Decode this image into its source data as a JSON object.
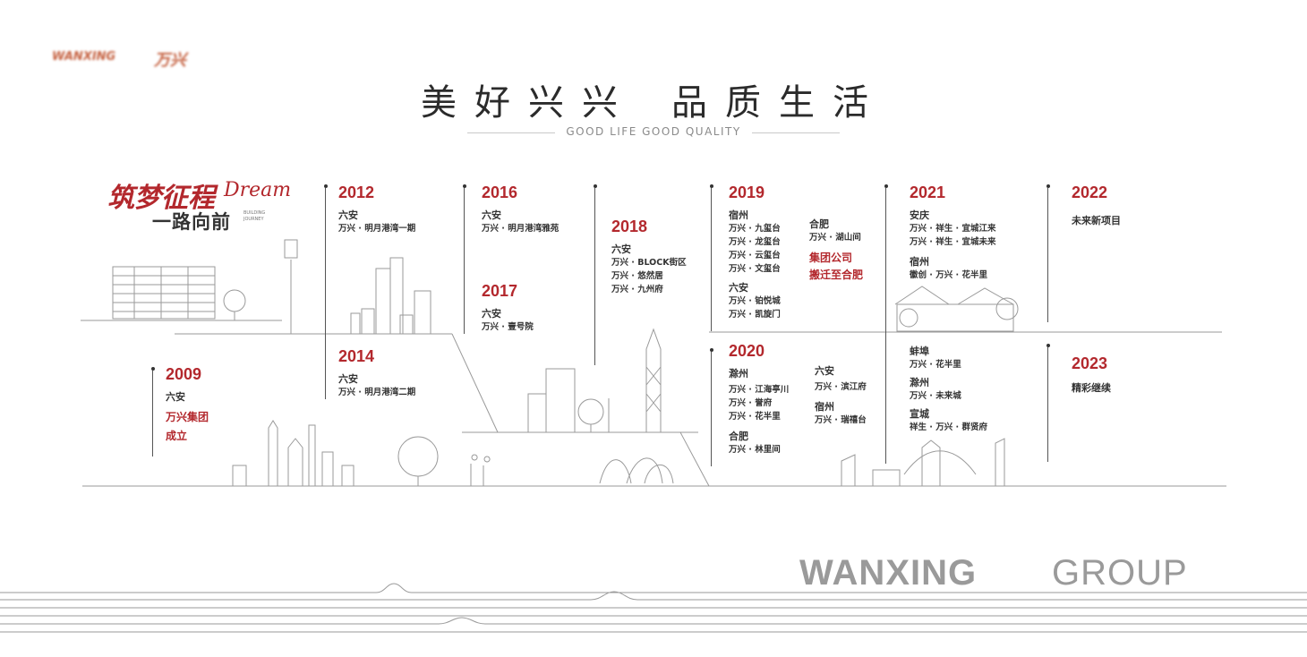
{
  "logo": {
    "left_text": "WANXING",
    "right_text": "万兴"
  },
  "title": {
    "part1": "美好兴兴",
    "part2": "品质生活"
  },
  "subtitle": "GOOD LIFE GOOD QUALITY",
  "dream": {
    "cn": "筑梦征程",
    "en": "Dream",
    "sub": "一路向前",
    "small1": "BUILDING",
    "small2": "JOURNEY"
  },
  "timeline": {
    "y2009": {
      "year": "2009",
      "city": "六安",
      "note1": "万兴集团",
      "note2": "成立"
    },
    "y2012": {
      "year": "2012",
      "city": "六安",
      "item": "万兴 · 明月港湾一期"
    },
    "y2014": {
      "year": "2014",
      "city": "六安",
      "item": "万兴 · 明月港湾二期"
    },
    "y2016": {
      "year": "2016",
      "city": "六安",
      "item": "万兴 · 明月港湾雅苑"
    },
    "y2017": {
      "year": "2017",
      "city": "六安",
      "item": "万兴 · 壹号院"
    },
    "y2018": {
      "year": "2018",
      "city": "六安",
      "items": [
        "万兴 · BLOCK街区",
        "万兴 · 悠然居",
        "万兴 · 九州府"
      ]
    },
    "y2019": {
      "year": "2019",
      "city1": "宿州",
      "items1": [
        "万兴 · 九玺台",
        "万兴 · 龙玺台",
        "万兴 · 云玺台",
        "万兴 · 文玺台"
      ],
      "city2": "六安",
      "items2": [
        "万兴 · 铂悦城",
        "万兴 · 凯旋门"
      ],
      "city3": "合肥",
      "items3": [
        "万兴 · 湖山间"
      ],
      "note1": "集团公司",
      "note2": "搬迁至合肥"
    },
    "y2020": {
      "year": "2020",
      "city1": "滁州",
      "items1": [
        "万兴 · 江海亭川",
        "万兴 · 誉府",
        "万兴 · 花半里"
      ],
      "city2": "合肥",
      "items2": [
        "万兴 · 林里间"
      ],
      "city3": "六安",
      "items3": [
        "万兴 · 滨江府"
      ],
      "city4": "宿州",
      "items4": [
        "万兴 · 瑞禧台"
      ]
    },
    "y2021": {
      "year": "2021",
      "city1": "安庆",
      "items1": [
        "万兴 · 祥生 · 宜城江来",
        "万兴 · 祥生 · 宜城未来"
      ],
      "city2": "宿州",
      "items2": [
        "徽创 · 万兴 · 花半里"
      ],
      "city3": "蚌埠",
      "items3": [
        "万兴 · 花半里"
      ],
      "city4": "滁州",
      "items4": [
        "万兴 · 未来城"
      ],
      "city5": "宣城",
      "items5": [
        "祥生 · 万兴 · 群贤府"
      ]
    },
    "y2022": {
      "year": "2022",
      "item": "未来新项目"
    },
    "y2023": {
      "year": "2023",
      "item": "精彩继续"
    }
  },
  "brand": {
    "word1": "WANXING",
    "word2": "GROUP"
  },
  "colors": {
    "accent": "#b3282d",
    "text": "#333333",
    "brand_gray": "#9a9a9a"
  }
}
